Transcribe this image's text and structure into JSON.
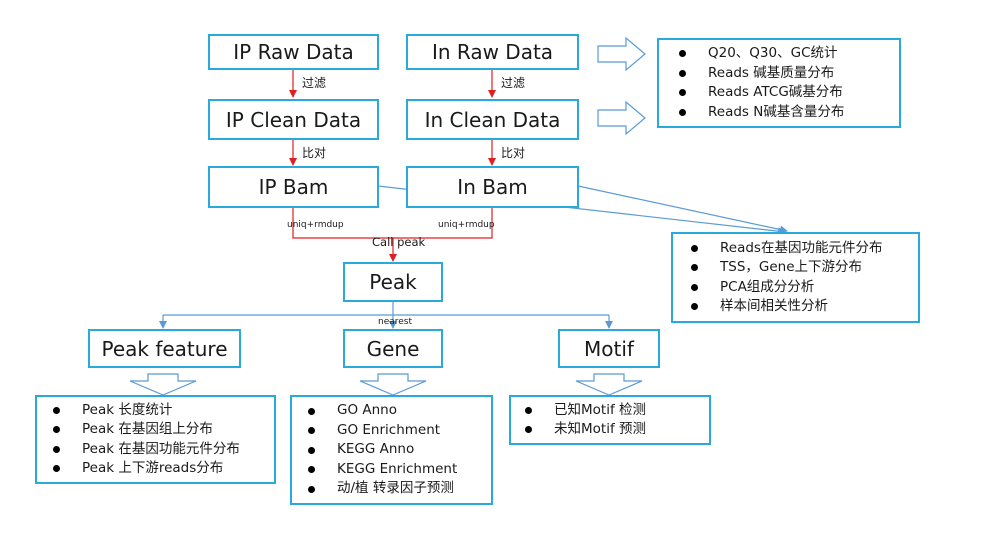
{
  "colors": {
    "box_border": "#2aa9dc",
    "red_arrow": "#e02020",
    "blue_arrow": "#5b9bd5",
    "text": "#1a1a1a"
  },
  "nodes": {
    "ip_raw": "IP Raw Data",
    "in_raw": "In Raw Data",
    "ip_clean": "IP Clean Data",
    "in_clean": "In Clean Data",
    "ip_bam": "IP Bam",
    "in_bam": "In Bam",
    "peak": "Peak",
    "peak_feature": "Peak feature",
    "gene": "Gene",
    "motif": "Motif"
  },
  "edge_labels": {
    "filter_ip": "过滤",
    "filter_in": "过滤",
    "align_ip": "比对",
    "align_in": "比对",
    "uniq_ip": "uniq+rmdup",
    "uniq_in": "uniq+rmdup",
    "call_peak": "Call peak",
    "nearest": "nearest"
  },
  "qc_list": [
    "Q20、Q30、GC统计",
    "Reads 碱基质量分布",
    "Reads ATCG碱基分布",
    "Reads N碱基含量分布"
  ],
  "bam_list": [
    "Reads在基因功能元件分布",
    "TSS，Gene上下游分布",
    "PCA组成分分析",
    "样本间相关性分析"
  ],
  "peak_list": [
    "Peak 长度统计",
    "Peak 在基因组上分布",
    "Peak 在基因功能元件分布",
    "Peak 上下游reads分布"
  ],
  "gene_list": [
    "GO Anno",
    "GO Enrichment",
    "KEGG Anno",
    "KEGG Enrichment",
    "动/植 转录因子预测"
  ],
  "motif_list": [
    "已知Motif 检测",
    "未知Motif 预测"
  ]
}
